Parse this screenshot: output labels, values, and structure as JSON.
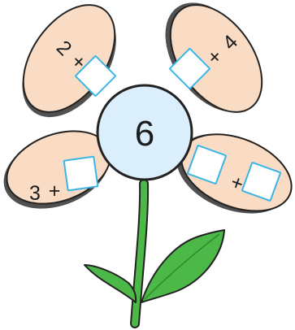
{
  "center": {
    "value": "6"
  },
  "petals": {
    "top_left": {
      "number": "2",
      "operator": "+"
    },
    "top_right": {
      "number": "4",
      "operator": "+"
    },
    "bottom_left": {
      "number": "3",
      "operator": "+"
    },
    "bottom_right": {
      "operator": "+"
    }
  },
  "colors": {
    "petal_fill": "#fadcc4",
    "petal_shadow": "#505050",
    "outline": "#222222",
    "center_fill": "#dbeefb",
    "answer_box_fill": "#ffffff",
    "answer_box_stroke": "#3bb4e6",
    "stem": "#4cb848",
    "leaf": "#4cb848"
  }
}
